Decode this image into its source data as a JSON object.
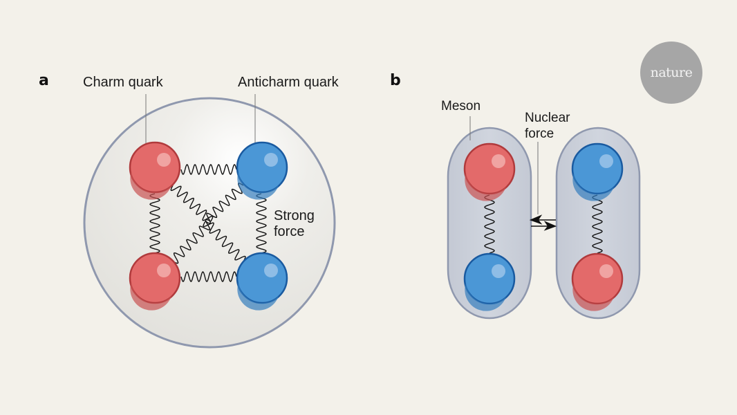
{
  "panels": {
    "a": {
      "letter": "a",
      "labels": {
        "charm_quark": "Charm quark",
        "anticharm_quark": "Anticharm quark",
        "strong_force_line1": "Strong",
        "strong_force_line2": "force"
      }
    },
    "b": {
      "letter": "b",
      "labels": {
        "meson": "Meson",
        "nuclear_force_line1": "Nuclear",
        "nuclear_force_line2": "force"
      }
    }
  },
  "logo": {
    "text": "nature"
  },
  "colors": {
    "background": "#f3f1ea",
    "charm_red": "#e06666",
    "charm_red_dark": "#b33a3a",
    "anticharm_blue": "#4a95d3",
    "anticharm_blue_dark": "#1a5a9e",
    "hadron_fill": "#e9e8e3",
    "meson_fill": "#c9ced8",
    "outline": "#8f98ae"
  }
}
